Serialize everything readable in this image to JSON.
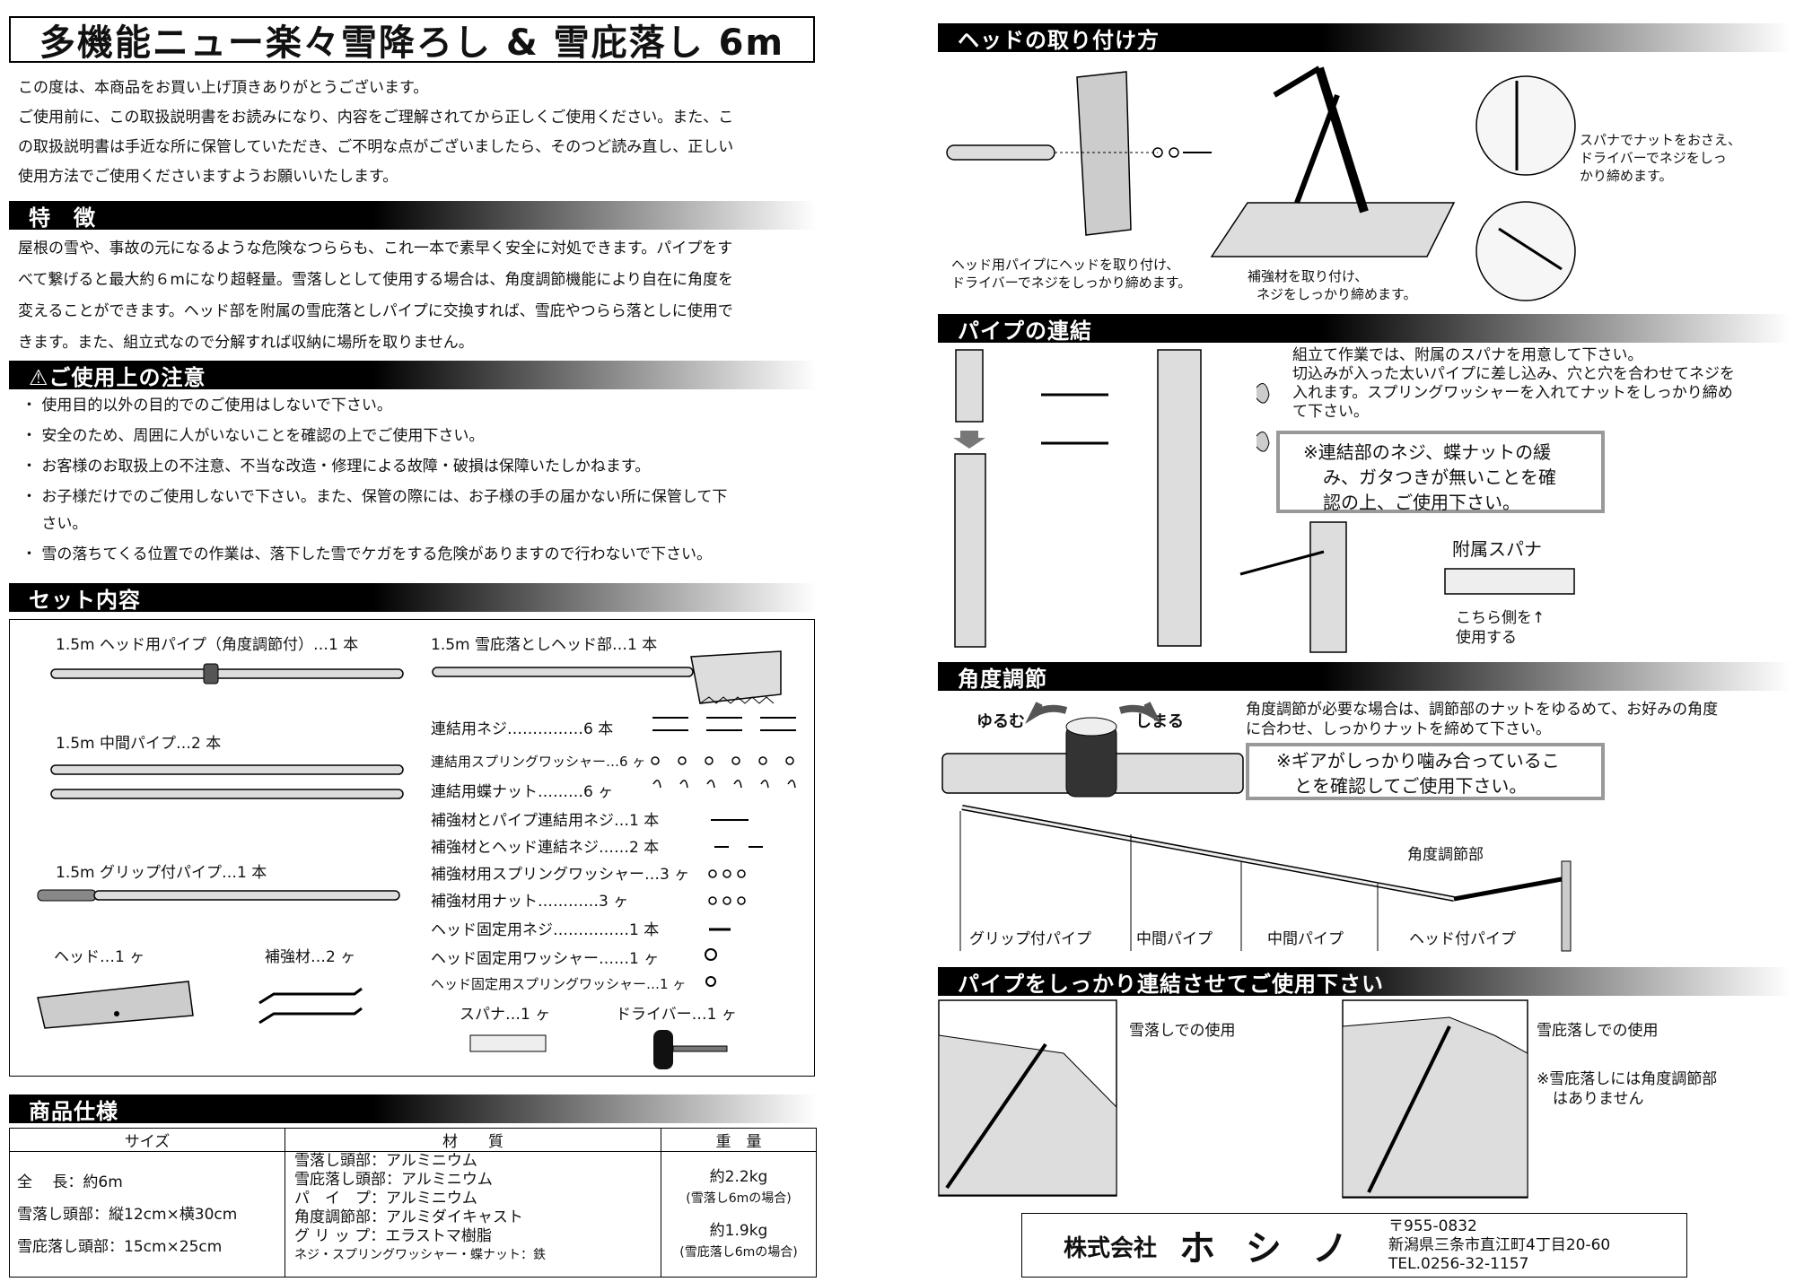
{
  "title": "多機能ニュー楽々雪降ろし & 雪庇落し 6m",
  "intro": [
    "この度は、本商品をお買い上げ頂きありがとうございます。",
    "ご使用前に、この取扱説明書をお読みになり、内容をご理解されてから正しくご使用ください。また、こ",
    "の取扱説明書は手近な所に保管していただき、ご不明な点がございましたら、そのつど読み直し、正しい",
    "使用方法でご使用くださいますようお願いいたします。"
  ],
  "features": {
    "heading": "特　徴",
    "lines": [
      "屋根の雪や、事故の元になるような危険なつららも、これ一本で素早く安全に対処できます。パイプをす",
      "べて繋げると最大約６mになり超軽量。雪落しとして使用する場合は、角度調節機能により自在に角度を",
      "変えることができます。ヘッド部を附属の雪庇落としパイプに交換すれば、雪庇やつらら落としに使用で",
      "きます。また、組立式なので分解すれば収納に場所を取りません。"
    ]
  },
  "cautions": {
    "heading": "⚠ご使用上の注意",
    "items": [
      "・ 使用目的以外の目的でのご使用はしないで下さい。",
      "・ 安全のため、周囲に人がいないことを確認の上でご使用下さい。",
      "・ お客様のお取扱上の不注意、不当な改造・修理による故障・破損は保障いたしかねます。",
      "・ お子様だけでのご使用しないで下さい。また、保管の際には、お子様の手の届かない所に保管して下",
      "　 さい。",
      "・ 雪の落ちてくる位置での作業は、落下した雪でケガをする危険がありますので行わないで下さい。"
    ]
  },
  "set_contents": {
    "heading": "セット内容",
    "pipe_head": "1.5m ヘッド用パイプ（角度調節付）…1 本",
    "pipe_mid": "1.5m 中間パイプ…2 本",
    "pipe_grip": "1.5m グリップ付パイプ…1 本",
    "head": "ヘッド…1 ヶ",
    "brace": "補強材…2 ヶ",
    "cornice_head": "1.5m 雪庇落としヘッド部…1 本",
    "parts": [
      "連結用ネジ……………6 本",
      "連結用スプリングワッシャー…6 ヶ",
      "連結用蝶ナット………6 ヶ",
      "補強材とパイプ連結用ネジ…1 本",
      "補強材とヘッド連結ネジ……2 本",
      "補強材用スプリングワッシャー…3 ヶ",
      "補強材用ナット…………3 ヶ",
      "ヘッド固定用ネジ……………1 本",
      "ヘッド固定用ワッシャー……1 ヶ",
      "ヘッド固定用スプリングワッシャー…1 ヶ"
    ],
    "spanner": "スパナ…1 ヶ",
    "driver": "ドライバー…1 ヶ"
  },
  "spec": {
    "heading": "商品仕様",
    "headers": [
      "サイズ",
      "材　　質",
      "重　量"
    ],
    "size": [
      "全　 長：約6m",
      "雪落し頭部：縦12cm×横30cm",
      "雪庇落し頭部：15cm×25cm"
    ],
    "material": [
      "雪落し頭部：アルミニウム",
      "雪庇落し頭部：アルミニウム",
      "パ　イ　プ：アルミニウム",
      "角度調節部：アルミダイキャスト",
      "グ リ ッ プ：エラストマ樹脂",
      "ネジ・スプリングワッシャー・蝶ナット：鉄"
    ],
    "weight": [
      "約2.2kg",
      "(雪落し6mの場合)",
      "約1.9kg",
      "(雪庇落し6mの場合)"
    ]
  },
  "head_attach": {
    "heading": "ヘッドの取り付け方",
    "caption1": [
      "ヘッド用パイプにヘッドを取り付け、",
      "ドライバーでネジをしっかり締めます。"
    ],
    "caption2": [
      "補強材を取り付け、",
      "ネジをしっかり締めます。"
    ],
    "caption3": [
      "スパナでナットをおさえ、",
      "ドライバーでネジをしっ",
      "かり締めます。"
    ]
  },
  "pipe_connect": {
    "heading": "パイプの連結",
    "text": [
      "組立て作業では、附属のスパナを用意して下さい。",
      "切込みが入った太いパイプに差し込み、穴と穴を合わせてネジを",
      "入れます。スプリングワッシャーを入れてナットをしっかり締め",
      "て下さい。"
    ],
    "note": [
      "※連結部のネジ、蝶ナットの緩",
      "み、ガタつきが無いことを確",
      "認の上、ご使用下さい。"
    ],
    "spanner_label": "附属スパナ",
    "use_side": [
      "こちら側を↑",
      "使用する"
    ]
  },
  "angle": {
    "heading": "角度調節",
    "loosen": "ゆるむ",
    "tighten": "しまる",
    "text": [
      "角度調節が必要な場合は、調節部のナットをゆるめて、お好みの角度",
      "に合わせ、しっかりナットを締めて下さい。"
    ],
    "note": [
      "※ギアがしっかり噛み合っているこ",
      "とを確認してご使用下さい。"
    ],
    "part_label": "角度調節部",
    "pipes": [
      "グリップ付パイプ",
      "中間パイプ",
      "中間パイプ",
      "ヘッド付パイプ"
    ]
  },
  "usage": {
    "heading": "パイプをしっかり連結させてご使用下さい",
    "snow": "雪落しでの使用",
    "cornice": "雪庇落しでの使用",
    "cornice_note": [
      "※雪庇落しには角度調節部",
      "はありません"
    ]
  },
  "company": {
    "name_prefix": "株式会社",
    "name": "ホ シ ノ",
    "postal": "〒955-0832",
    "address": "新潟県三条市直江町4丁目20-60",
    "tel": "TEL.0256-32-1157"
  }
}
